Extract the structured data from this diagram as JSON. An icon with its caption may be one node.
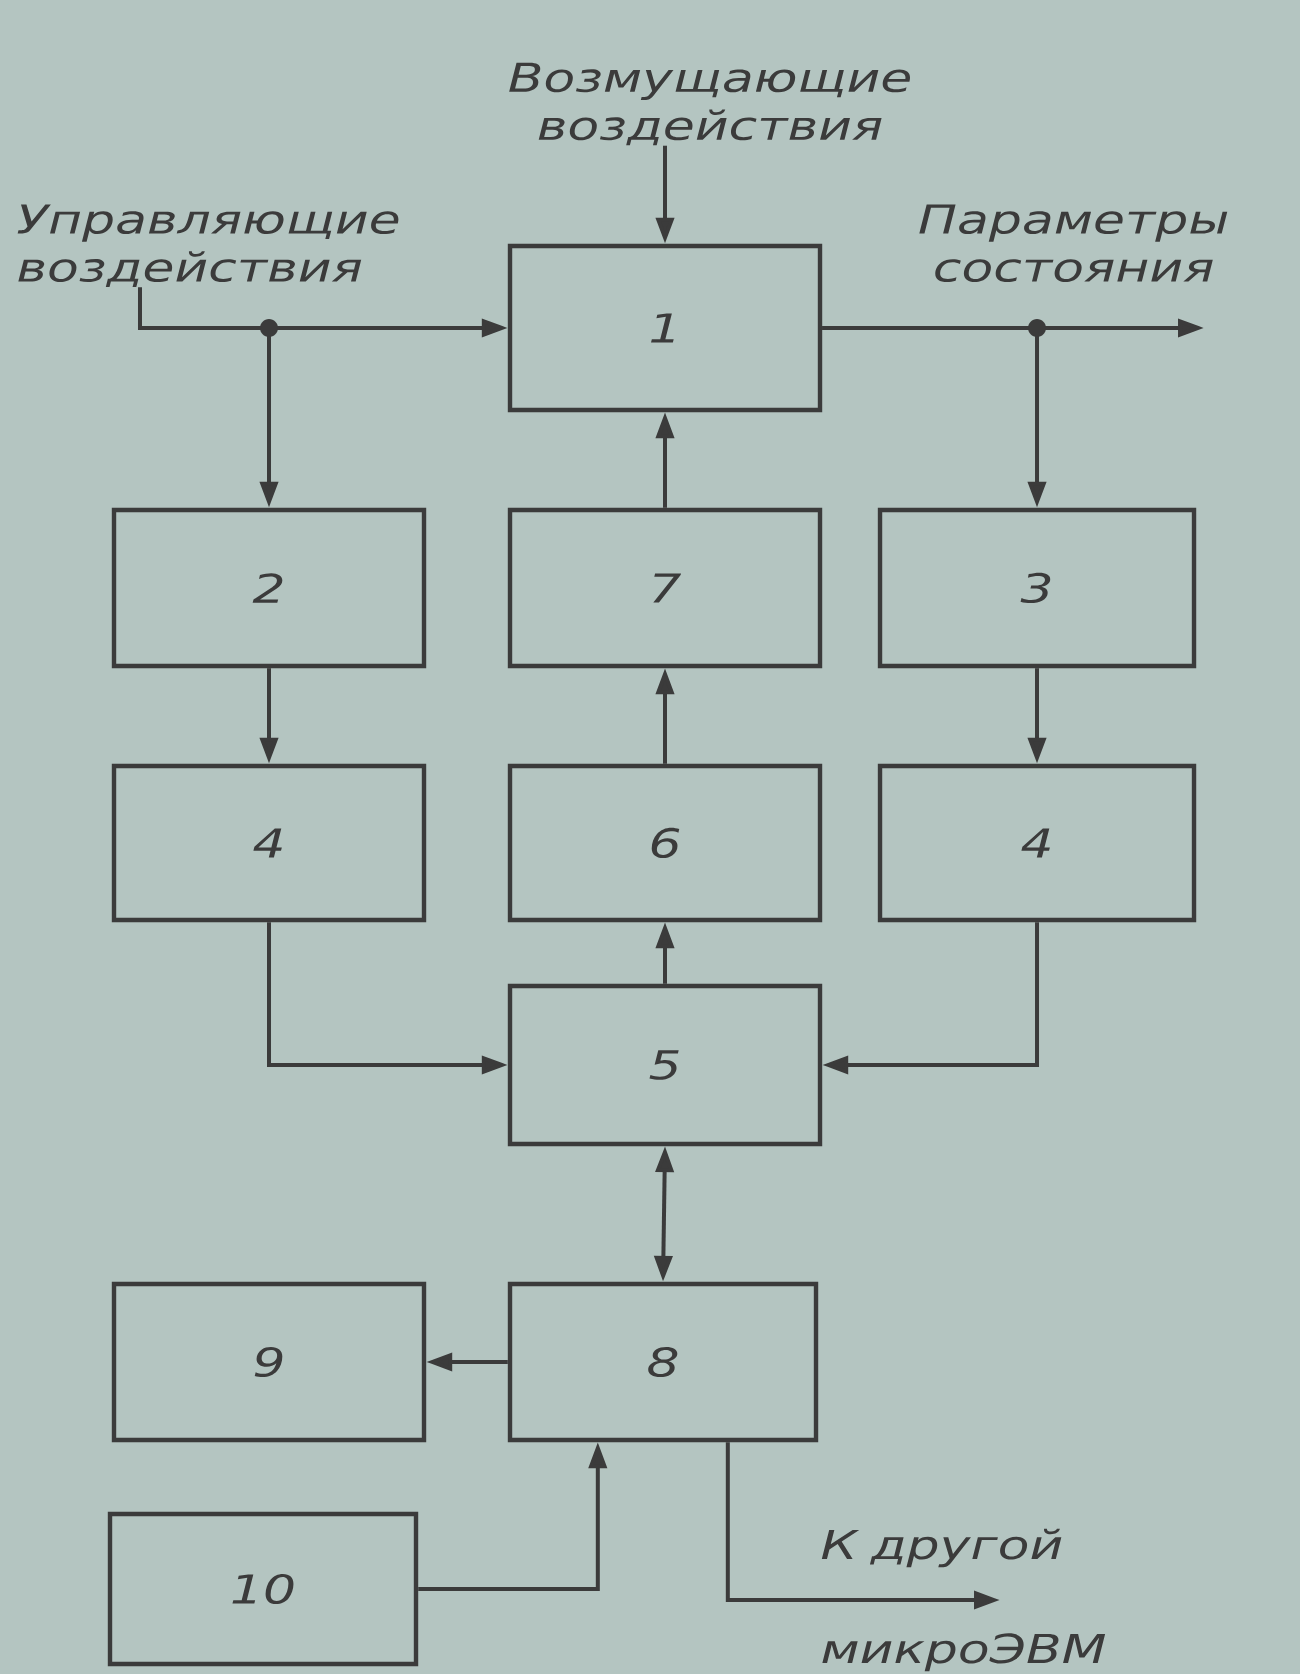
{
  "diagram": {
    "nodes": [
      {
        "text": [
          "Возмущающие воздействия"
        ]
      },
      {
        "text": [
          "Управляющие воздействия"
        ]
      },
      {
        "text": [
          "Параметры состояния"
        ]
      },
      {
        "text": [
          "1"
        ]
      },
      {
        "text": [
          "2"
        ]
      },
      {
        "text": [
          "7"
        ]
      },
      {
        "text": [
          "3"
        ]
      },
      {
        "text": [
          "4"
        ]
      },
      {
        "text": [
          "6"
        ]
      },
      {
        "text": [
          "4"
        ]
      },
      {
        "text": [
          "5"
        ]
      },
      {
        "text": [
          "9"
        ]
      },
      {
        "text": [
          "8"
        ]
      },
      {
        "text": [
          "10"
        ]
      },
      {
        "text": [
          "К другой микроЭВМ"
        ]
      }
    ],
    "edges": [
      {
        "from": 0,
        "to": 3,
        "arrow": "to"
      },
      {
        "from": 1,
        "to": 3,
        "arrow": "to"
      },
      {
        "from": 1,
        "to": 4,
        "arrow": "to"
      },
      {
        "from": 3,
        "to": 2,
        "arrow": "to"
      },
      {
        "from": 3,
        "to": 6,
        "arrow": "to"
      },
      {
        "from": 4,
        "to": 7,
        "arrow": "to"
      },
      {
        "from": 6,
        "to": 9,
        "arrow": "to"
      },
      {
        "from": 7,
        "to": 10,
        "arrow": "to"
      },
      {
        "from": 9,
        "to": 10,
        "arrow": "to"
      },
      {
        "from": 10,
        "to": 8,
        "arrow": "to"
      },
      {
        "from": 8,
        "to": 5,
        "arrow": "to"
      },
      {
        "from": 5,
        "to": 3,
        "arrow": "to"
      },
      {
        "from": 10,
        "to": 12,
        "arrow": "both"
      },
      {
        "from": 12,
        "to": 11,
        "arrow": "to"
      },
      {
        "from": 13,
        "to": 12,
        "arrow": "to"
      },
      {
        "from": 12,
        "to": 14,
        "arrow": "to"
      }
    ]
  }
}
